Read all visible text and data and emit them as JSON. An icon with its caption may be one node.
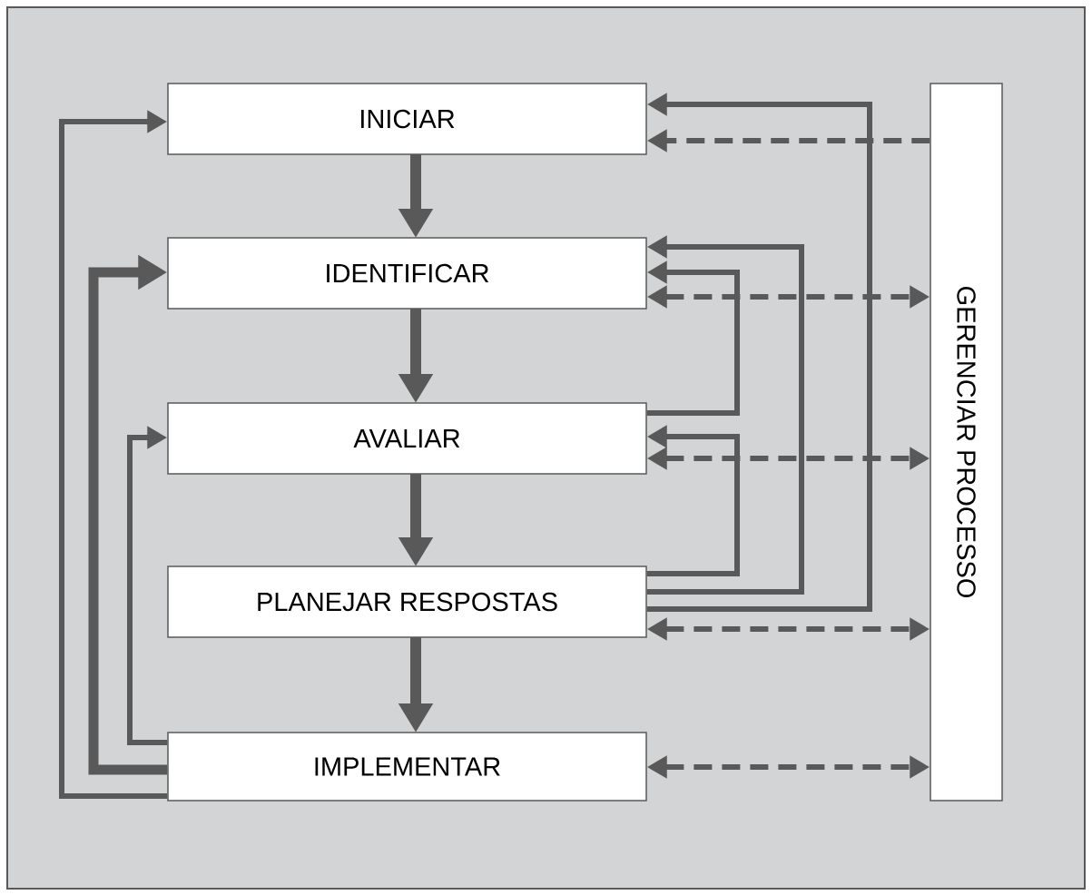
{
  "diagram": {
    "nodes": [
      {
        "text": [
          "INICIAR"
        ]
      },
      {
        "text": [
          "IDENTIFICAR"
        ]
      },
      {
        "text": [
          "AVALIAR"
        ]
      },
      {
        "text": [
          "PLANEJAR RESPOSTAS"
        ]
      },
      {
        "text": [
          "IMPLEMENTAR"
        ]
      },
      {
        "text": [
          "GERENCIAR PROCESSO"
        ]
      }
    ],
    "edges": [
      {
        "from": 0,
        "to": 1,
        "arrow": "to",
        "style": "thick"
      },
      {
        "from": 1,
        "to": 2,
        "arrow": "to",
        "style": "thick"
      },
      {
        "from": 2,
        "to": 3,
        "arrow": "to",
        "style": "thick"
      },
      {
        "from": 3,
        "to": 4,
        "arrow": "to",
        "style": "thick"
      },
      {
        "from": 4,
        "to": 0,
        "arrow": "to"
      },
      {
        "from": 4,
        "to": 1,
        "arrow": "to",
        "style": "thick"
      },
      {
        "from": 4,
        "to": 2,
        "arrow": "to"
      },
      {
        "from": 2,
        "to": 1,
        "arrow": "to"
      },
      {
        "from": 3,
        "to": 2,
        "arrow": "to"
      },
      {
        "from": 3,
        "to": 1,
        "arrow": "to"
      },
      {
        "from": 3,
        "to": 0,
        "arrow": "to"
      },
      {
        "from": 5,
        "to": 0,
        "arrow": "to",
        "style": "dashed"
      },
      {
        "from": 1,
        "to": 5,
        "arrow": "both",
        "style": "dashed"
      },
      {
        "from": 2,
        "to": 5,
        "arrow": "both",
        "style": "dashed"
      },
      {
        "from": 3,
        "to": 5,
        "arrow": "both",
        "style": "dashed"
      },
      {
        "from": 4,
        "to": 5,
        "arrow": "both",
        "style": "dashed"
      }
    ]
  }
}
